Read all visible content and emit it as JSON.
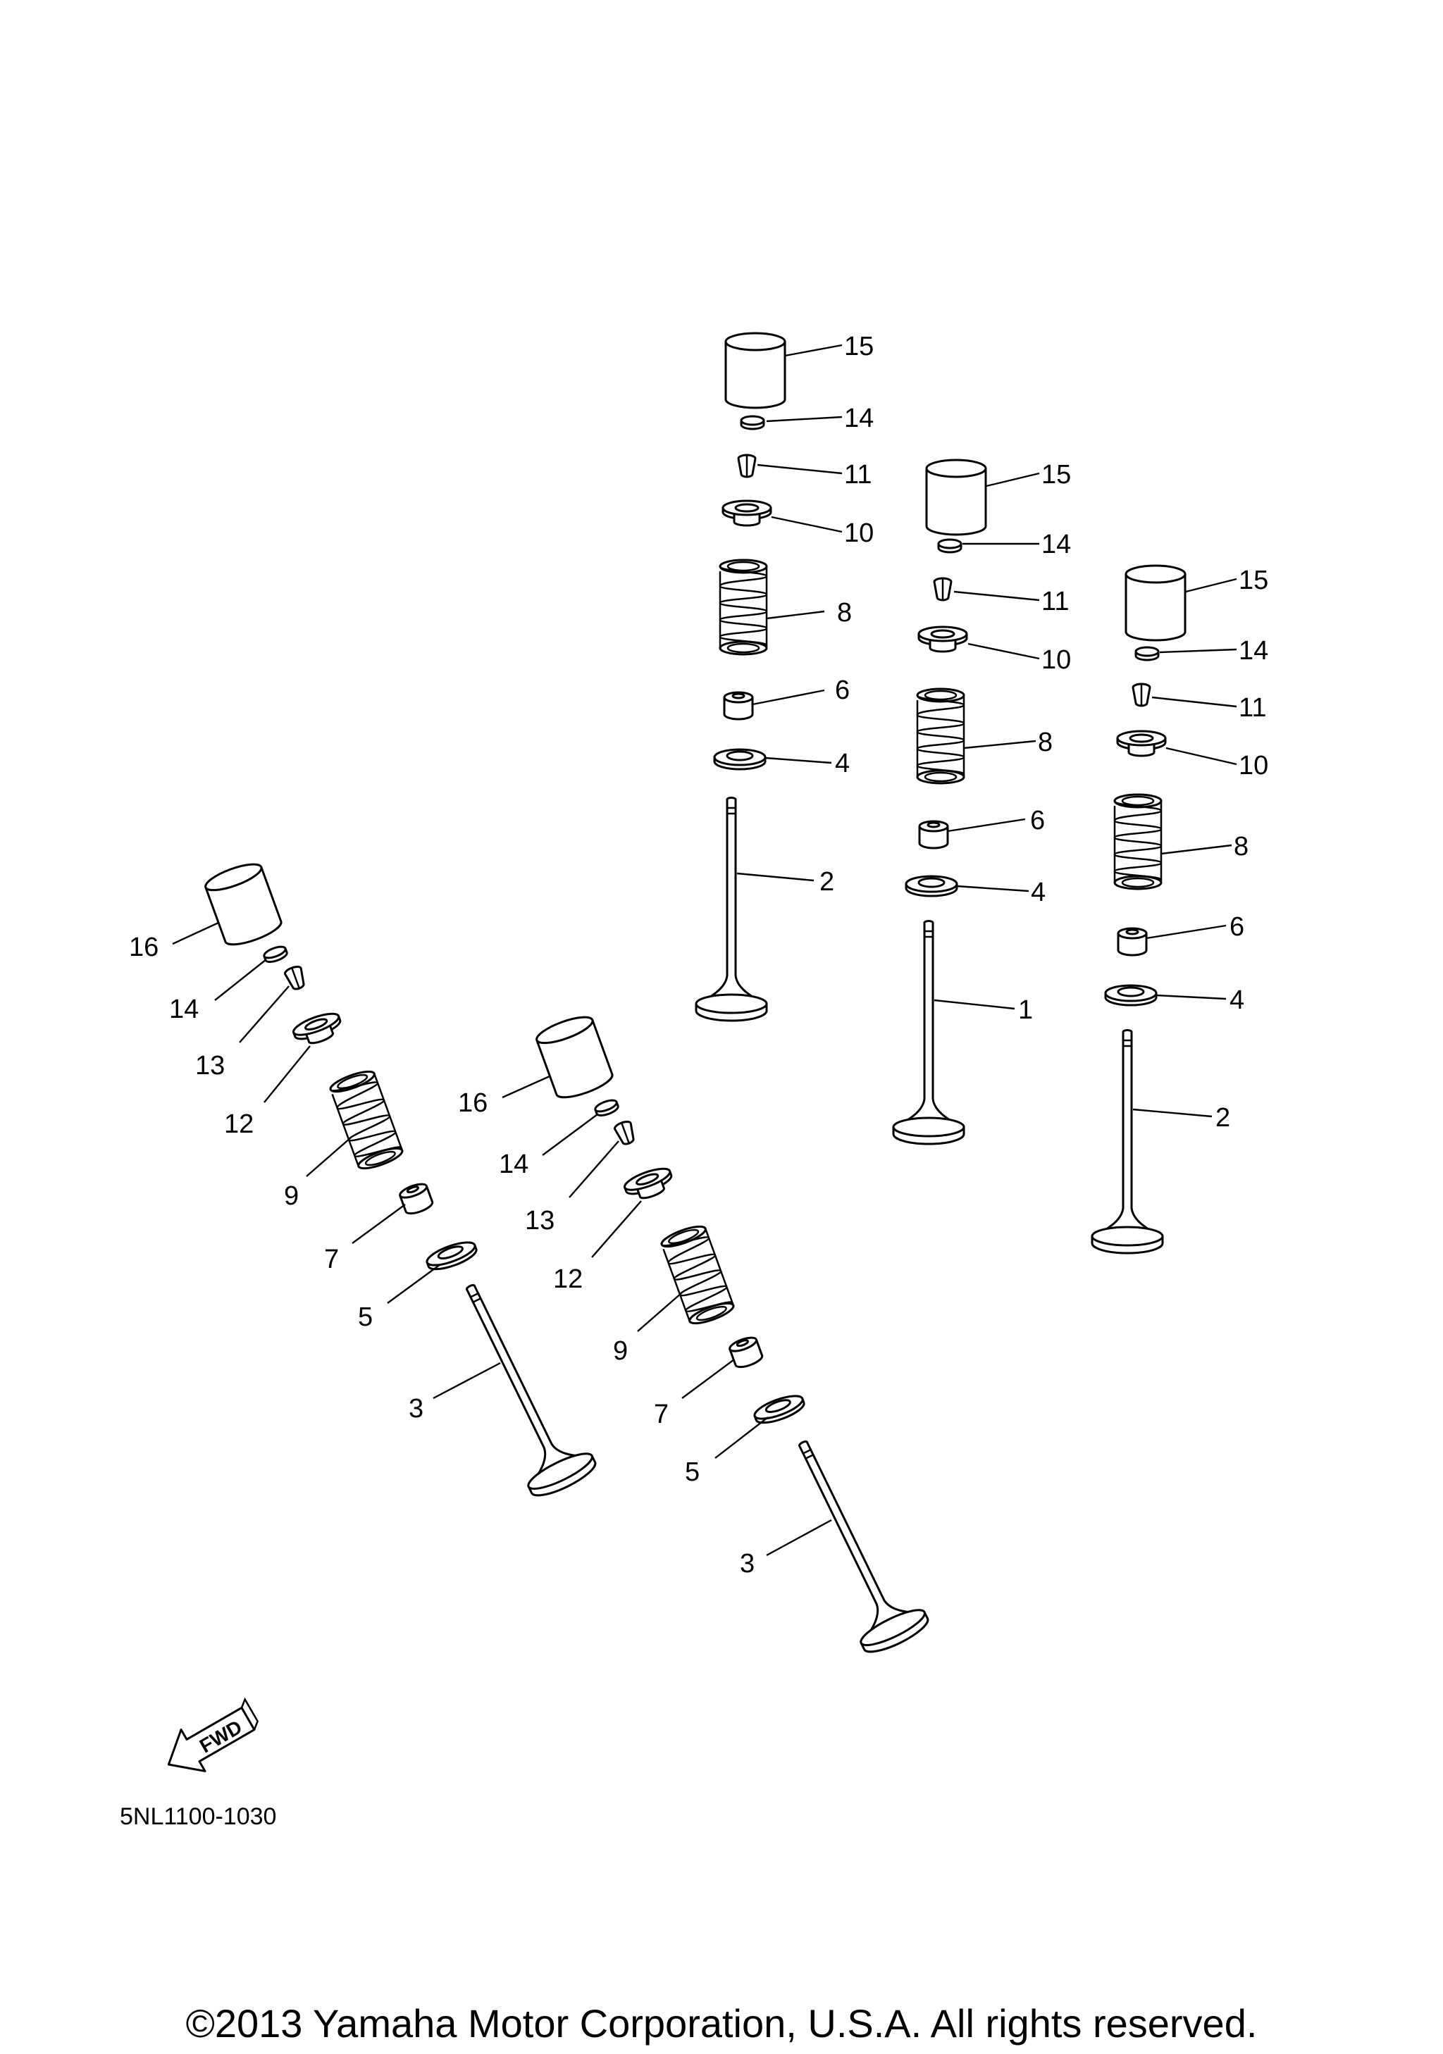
{
  "diagram_code": "5NL1100-1030",
  "fwd_label": "FWD",
  "copyright": "©2013 Yamaha Motor Corporation, U.S.A. All rights reserved.",
  "callouts": {
    "a15": "15",
    "a14": "14",
    "a11": "11",
    "a10": "10",
    "a8": "8",
    "a6": "6",
    "a4": "4",
    "a2": "2",
    "b15": "15",
    "b14": "14",
    "b11": "11",
    "b10": "10",
    "b8": "8",
    "b6": "6",
    "b4": "4",
    "b1": "1",
    "c15": "15",
    "c14": "14",
    "c11": "11",
    "c10": "10",
    "c8": "8",
    "c6": "6",
    "c4": "4",
    "c2": "2",
    "d16": "16",
    "d14": "14",
    "d13": "13",
    "d12": "12",
    "d9": "9",
    "d7": "7",
    "d5": "5",
    "d3": "3",
    "e16": "16",
    "e14": "14",
    "e13": "13",
    "e12": "12",
    "e9": "9",
    "e7": "7",
    "e5": "5",
    "e3": "3"
  }
}
